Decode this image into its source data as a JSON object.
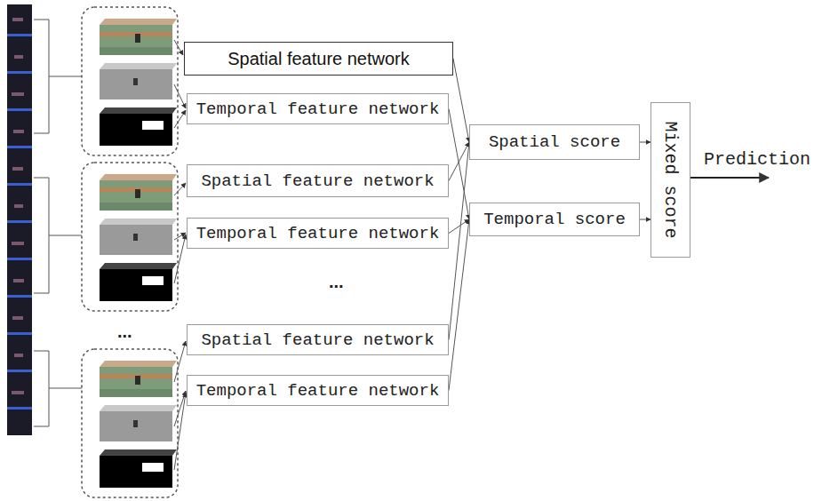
{
  "diagram": {
    "nodes": [
      {
        "text": [
          "Spatial feature network"
        ]
      },
      {
        "text": [
          "Temporal feature network"
        ]
      },
      {
        "text": [
          "Spatial feature network"
        ]
      },
      {
        "text": [
          "Temporal feature network"
        ]
      },
      {
        "text": [
          "Spatial feature network"
        ]
      },
      {
        "text": [
          "Temporal feature network"
        ]
      },
      {
        "text": [
          "Spatial score"
        ]
      },
      {
        "text": [
          "Temporal score"
        ]
      },
      {
        "text": [
          "Mixed score"
        ]
      }
    ],
    "edges": [
      {
        "from": 0,
        "to": 6,
        "arrow": "to"
      },
      {
        "from": 2,
        "to": 6,
        "arrow": "to"
      },
      {
        "from": 4,
        "to": 6,
        "arrow": "to"
      },
      {
        "from": 1,
        "to": 7,
        "arrow": "to"
      },
      {
        "from": 3,
        "to": 7,
        "arrow": "to"
      },
      {
        "from": 5,
        "to": 7,
        "arrow": "to"
      },
      {
        "from": 6,
        "to": 8,
        "arrow": "to"
      },
      {
        "from": 7,
        "to": 8,
        "arrow": "to"
      }
    ],
    "labels": [
      "Prediction",
      "...",
      "..."
    ]
  }
}
